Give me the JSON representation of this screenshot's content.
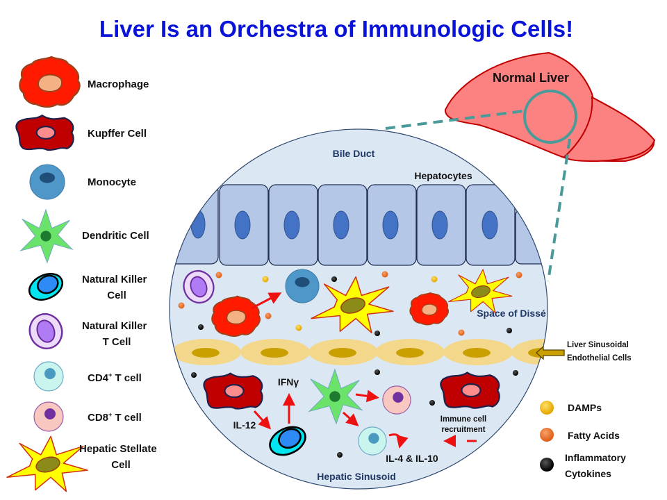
{
  "title": "Liver Is an Orchestra of Immunologic Cells!",
  "colors": {
    "title": "#0a14d8",
    "liver": "#fc8181",
    "liver_outline": "#c00000",
    "zoom_dash": "#4a9a9a",
    "circle_fill": "#dce7f4",
    "hepatocyte": "#b4c7e7",
    "hepatocyte_nucleus": "#4472c4",
    "lsec": "#f3d78a",
    "lsec_nucleus": "#c9a000",
    "arrow": "#ee1111"
  },
  "legend_cells": [
    {
      "icon": "macrophage-icon",
      "label": "Macrophage"
    },
    {
      "icon": "kupffer-cell-icon",
      "label": "Kupffer Cell"
    },
    {
      "icon": "monocyte-icon",
      "label": "Monocyte"
    },
    {
      "icon": "dendritic-cell-icon",
      "label": "Dendritic Cell"
    },
    {
      "icon": "nk-cell-icon",
      "label_line1": "Natural Killer",
      "label_line2": "Cell"
    },
    {
      "icon": "nkt-cell-icon",
      "label_line1": "Natural Killer",
      "label_line2": "T Cell"
    },
    {
      "icon": "cd4-t-cell-icon",
      "label": "CD4",
      "sup": "+",
      "suffix": " T cell"
    },
    {
      "icon": "cd8-t-cell-icon",
      "label": "CD8",
      "sup": "+",
      "suffix": " T cell"
    },
    {
      "icon": "hepatic-stellate-cell-icon",
      "label_line1": "Hepatic Stellate",
      "label_line2": "Cell"
    }
  ],
  "liver": {
    "label": "Normal Liver"
  },
  "diagram": {
    "bile_duct": "Bile Duct",
    "hepatocytes": "Hepatocytes",
    "space_of_disse": "Space of Dissé",
    "lsec_line1": "Liver Sinusoidal",
    "lsec_line2": "Endothelial Cells",
    "hepatic_sinusoid": "Hepatic Sinusoid",
    "ifng": "IFNγ",
    "il12": "IL-12",
    "il4_il10": "IL-4 & IL-10",
    "recruit_line1": "Immune cell",
    "recruit_line2": "recruitment"
  },
  "legend_molecules": [
    {
      "color": "#f5c518",
      "label": "DAMPs"
    },
    {
      "color": "#ed7d31",
      "label": "Fatty Acids"
    },
    {
      "color": "#000000",
      "label_line1": "Inflammatory",
      "label_line2": "Cytokines"
    }
  ]
}
